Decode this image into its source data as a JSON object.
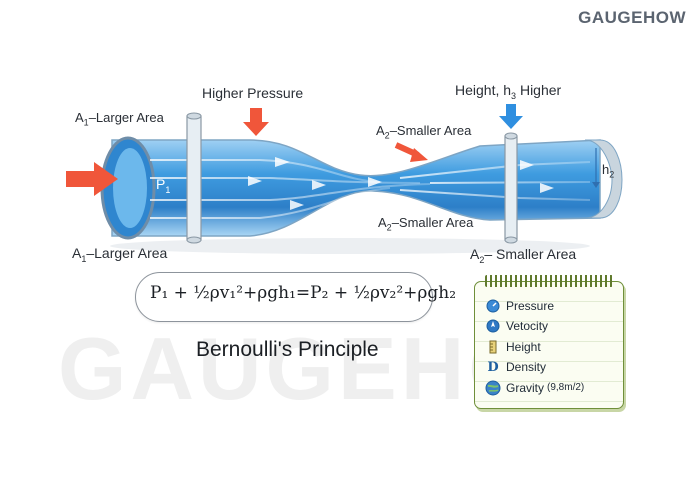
{
  "brand": "GAUGEHOW",
  "watermark": "GAUGEHOW",
  "diagram": {
    "higher_pressure": "Higher Pressure",
    "height_higher": "Height, h",
    "height_sub": "3",
    "height_suffix": " Higher",
    "a1_top": "A",
    "a1_top_sub": "1",
    "a1_top_suffix": "–Larger Area",
    "a1_bottom": "A",
    "a1_bottom_sub": "1",
    "a1_bottom_suffix": "–Larger Area",
    "a2_mid_top": "A",
    "a2_mid_top_sub": "2",
    "a2_mid_top_suffix": "–Smaller Area",
    "a2_mid_bottom": "A",
    "a2_mid_bottom_sub": "2",
    "a2_mid_bottom_suffix": "–Smaller Area",
    "a2_right_bottom": "A",
    "a2_right_bottom_sub": "2",
    "a2_right_bottom_suffix": "– Smaller Area",
    "p1": "P",
    "p1_sub": "1",
    "h2": "h",
    "h2_sub": "2"
  },
  "formula": {
    "lhs": "P₁ + ½ρv₁²+ρgh₁",
    "eq": "=",
    "rhs": "P₂ + ½ρv₂²+ρgh₂"
  },
  "title": "Bernoulli's Principle",
  "legend": {
    "items": [
      {
        "label": "Pressure",
        "icon": "gauge-icon"
      },
      {
        "label": "Vetocity",
        "icon": "compass-icon"
      },
      {
        "label": "Height",
        "icon": "ruler-icon"
      },
      {
        "label": "Density",
        "icon": "d-icon"
      },
      {
        "label": "Gravity",
        "icon": "globe-icon",
        "value": "(9,8m/2)"
      }
    ]
  },
  "colors": {
    "pipe_blue": "#4aa3df",
    "arrow_red": "#f0563a",
    "arrow_blue": "#2f8fe0",
    "notebook_green": "#6f8f3a"
  }
}
